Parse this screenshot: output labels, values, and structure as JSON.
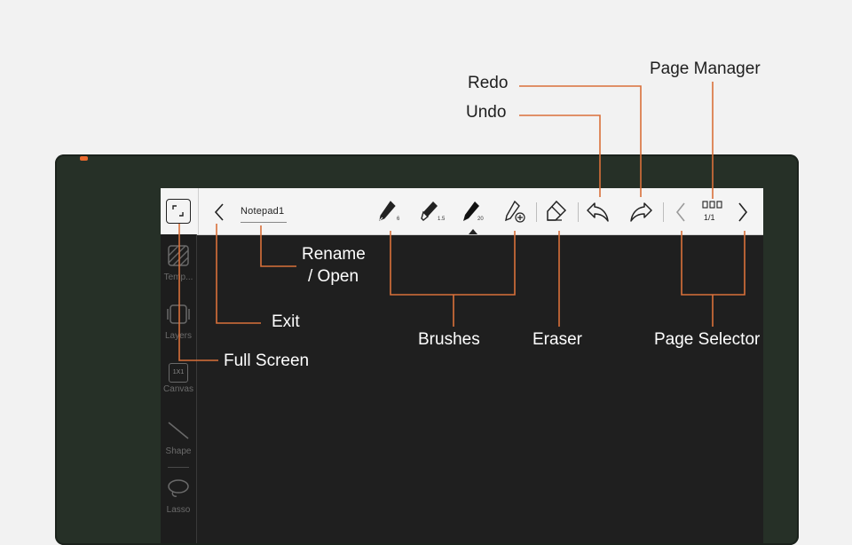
{
  "toolbar": {
    "notepad_name": "Notepad1",
    "brushes": [
      {
        "name": "pen",
        "size": "6"
      },
      {
        "name": "marker",
        "size": "1.5"
      },
      {
        "name": "pencil",
        "size": "20"
      }
    ],
    "page_counter": "1/1"
  },
  "sidebar": {
    "items": [
      {
        "label": "Temp..."
      },
      {
        "label": "Layers"
      },
      {
        "label": "Canvas",
        "badge": "1X1"
      },
      {
        "label": "Shape"
      },
      {
        "label": "Lasso"
      }
    ]
  },
  "annotations": {
    "page_manager": "Page Manager",
    "redo": "Redo",
    "undo": "Undo",
    "rename_line1": "Rename",
    "rename_line2": "/ Open",
    "exit": "Exit",
    "full_screen": "Full Screen",
    "brushes": "Brushes",
    "eraser": "Eraser",
    "page_selector": "Page Selector"
  },
  "colors": {
    "callout": "#d9703a",
    "background": "#f2f2f2",
    "device_frame": "#263027",
    "screen": "#1f1f1f",
    "toolbar": "#f4f4f4",
    "led": "#e8692e"
  }
}
